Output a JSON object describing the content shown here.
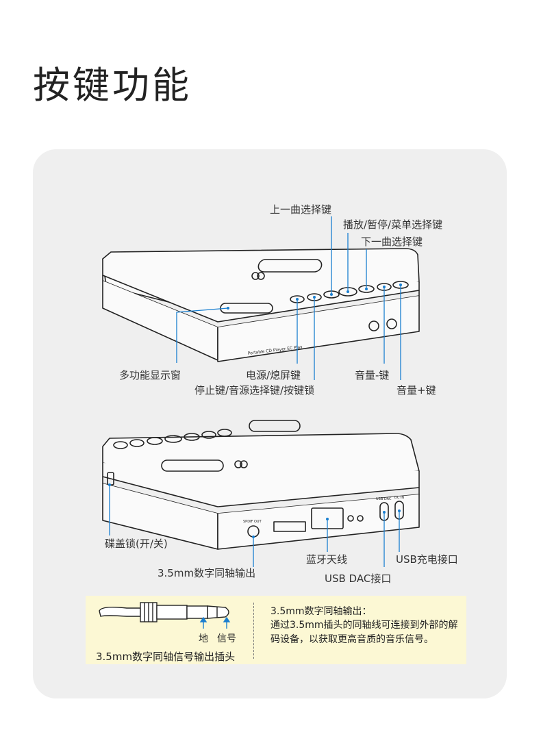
{
  "title": "按键功能",
  "device_top": {
    "print_model": "Portable CD Player EC Play",
    "callouts": {
      "prev": "上一曲选择键",
      "play": "播放/暂停/菜单选择键",
      "next": "下一曲选择键",
      "display": "多功能显示窗",
      "power": "电源/熄屏键",
      "stop": "停止键/音源选择键/按键锁",
      "vol_down": "音量-键",
      "vol_up": "音量+键"
    }
  },
  "device_side": {
    "port_labels": {
      "spdif": "SPDIF OUT",
      "usb_dac": "USB DAC",
      "dc_in": "DC IN"
    },
    "callouts": {
      "lid_lock": "碟盖锁(开/关)",
      "coax_out": "3.5mm数字同轴输出",
      "bt_antenna": "蓝牙天线",
      "usb_dac": "USB DAC接口",
      "usb_charge": "USB充电接口"
    }
  },
  "plug_note": {
    "ground": "地",
    "signal": "信号",
    "caption": "3.5mm数字同轴信号输出插头",
    "title": "3.5mm数字同轴输出：",
    "body": "通过3.5mm插头的同轴线可连接到外部的解码设备，以获取更高音质的音乐信号。"
  },
  "colors": {
    "accent_line": "#1a7fd0",
    "panel_bg": "#efefef",
    "note_bg": "#fcf8d4",
    "outline": "#222222"
  }
}
